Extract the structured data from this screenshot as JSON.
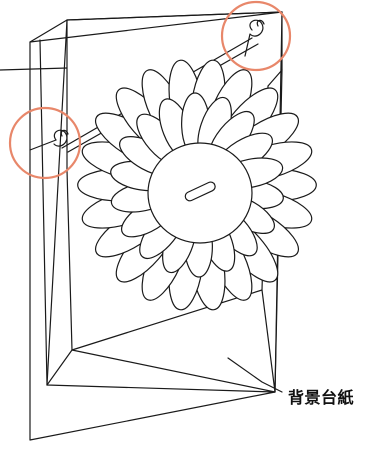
{
  "callout": {
    "label": "背景台紙"
  },
  "colors": {
    "line": "#1a1a1a",
    "highlight": "#e8876a",
    "background": "#ffffff"
  },
  "parts": [
    "frame",
    "backing-board",
    "flower",
    "hook-top-right",
    "hook-left",
    "highlight-circles"
  ]
}
